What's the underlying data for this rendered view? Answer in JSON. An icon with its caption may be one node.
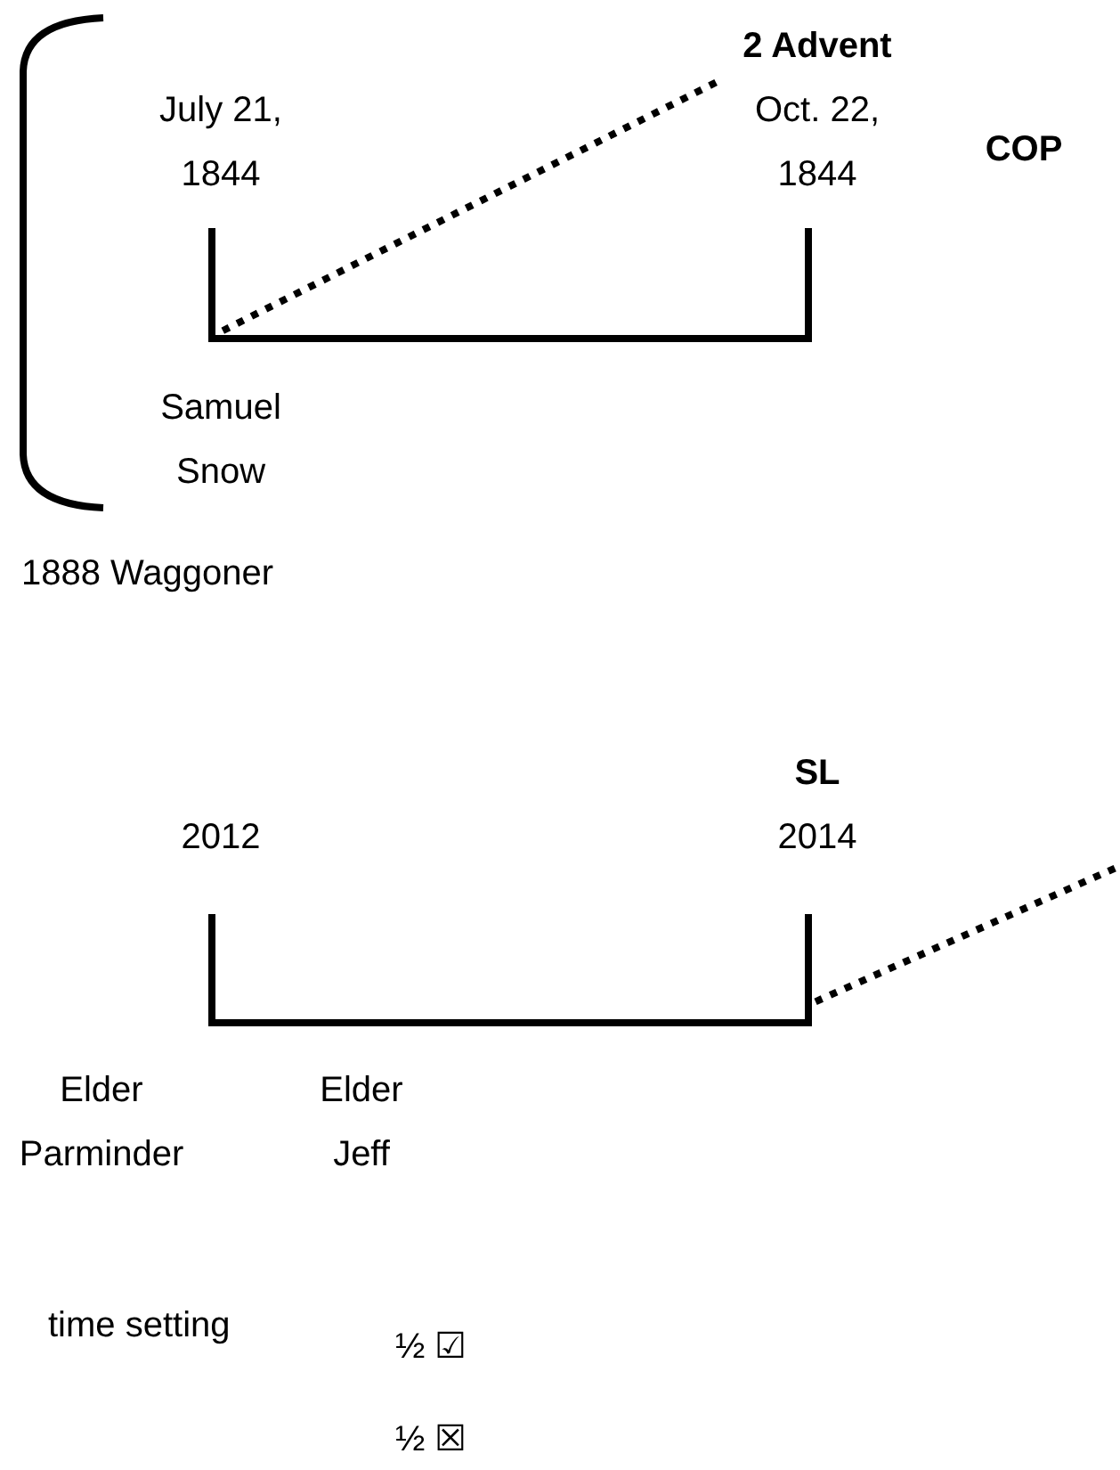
{
  "diagram": {
    "nodes": [
      {
        "text": [
          "July 21, 1844"
        ]
      },
      {
        "text": [
          "2 Advent",
          "Oct. 22, 1844"
        ]
      },
      {
        "text": [],
        "shape": "bar"
      },
      {
        "text": [
          "2012"
        ]
      },
      {
        "text": [
          "SL",
          "2014"
        ]
      },
      {
        "text": [],
        "shape": "bar"
      }
    ],
    "edges": [
      {
        "from": 2,
        "to": 1,
        "arrow": "none",
        "style": "dashed"
      },
      {
        "from": 5,
        "to": null,
        "arrow": "none",
        "style": "dashed"
      }
    ],
    "labels": [
      "COP",
      "Samuel Snow",
      "1888 Waggoner",
      "Elder Parminder",
      "Elder Jeff",
      "time setting",
      "½ ☑",
      "½ ☒"
    ]
  }
}
